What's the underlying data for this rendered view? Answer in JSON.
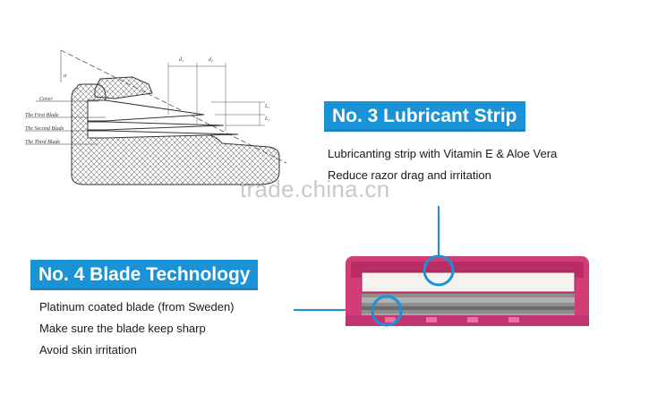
{
  "watermark": "trade.china.cn",
  "diagram": {
    "labels": {
      "cover": "Cover",
      "first_blade": "The First Blade",
      "second_blade": "The Second Blade",
      "third_blade": "The Third Blade"
    },
    "dims": {
      "d1": "d₁",
      "d2": "d₂",
      "l1": "L₁",
      "l2": "L₂",
      "angle": "α"
    }
  },
  "lubricant": {
    "title": "No. 3 Lubricant Strip",
    "lines": [
      "Lubricanting strip with Vitamin E & Aloe Vera",
      "Reduce razor drag and irritation"
    ]
  },
  "blade": {
    "title": "No. 4 Blade Technology",
    "lines": [
      "Platinum coated blade (from Sweden)",
      "Make sure the blade keep sharp",
      "Avoid skin irritation"
    ]
  },
  "colors": {
    "accent": "#1a93d6",
    "cartridge": "#d23d78"
  }
}
